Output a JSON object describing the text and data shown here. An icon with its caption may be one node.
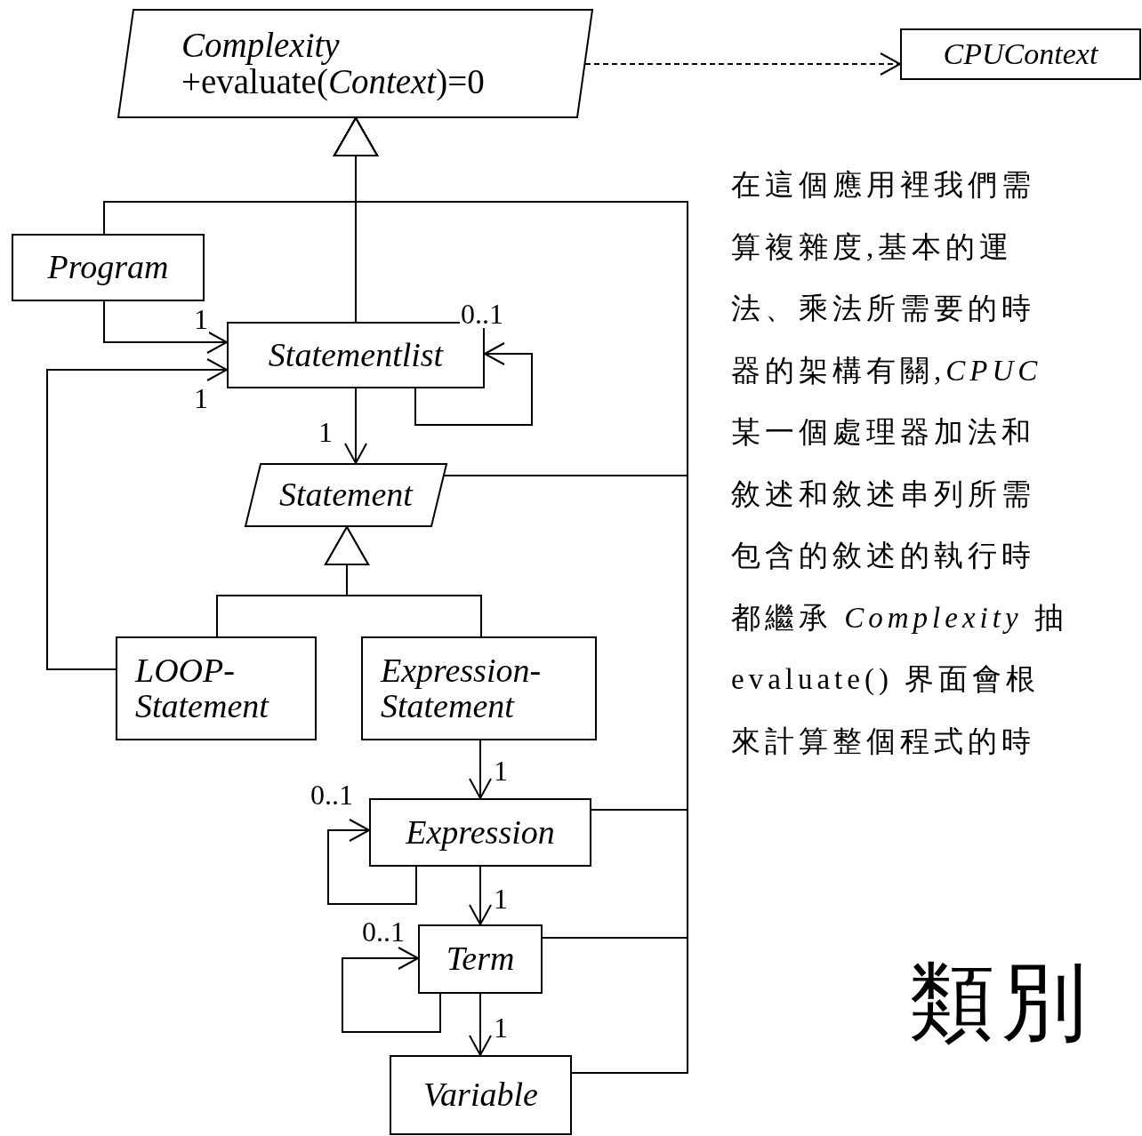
{
  "diagram": {
    "title": "類別",
    "nodes": [
      {
        "text": [
          "Complexity",
          "+evaluate(*Context*)=0"
        ]
      },
      {
        "text": [
          "CPUContext"
        ]
      },
      {
        "text": [
          "Program"
        ]
      },
      {
        "text": [
          "Statementlist"
        ]
      },
      {
        "text": [
          "Statement"
        ]
      },
      {
        "text": [
          "LOOP- Statement"
        ]
      },
      {
        "text": [
          "Expression- Statement"
        ]
      },
      {
        "text": [
          "Expression"
        ]
      },
      {
        "text": [
          "Term"
        ]
      },
      {
        "text": [
          "Variable"
        ]
      }
    ],
    "edges": [
      {
        "from": 0,
        "to": 1,
        "arrow": "to",
        "style": "dashed"
      },
      {
        "from": 3,
        "to": 0,
        "arrow": "to"
      },
      {
        "from": 2,
        "to": 0,
        "arrow": "to"
      },
      {
        "from": 4,
        "to": 0,
        "arrow": "to"
      },
      {
        "from": 7,
        "to": 0,
        "arrow": "to"
      },
      {
        "from": 8,
        "to": 0,
        "arrow": "to"
      },
      {
        "from": 9,
        "to": 0,
        "arrow": "to"
      },
      {
        "from": 2,
        "to": 3,
        "arrow": "to",
        "label": "1"
      },
      {
        "from": 5,
        "to": 3,
        "arrow": "to",
        "label": "1"
      },
      {
        "from": 3,
        "to": 3,
        "arrow": "to",
        "label": "0..1"
      },
      {
        "from": 3,
        "to": 4,
        "arrow": "to",
        "label": "1"
      },
      {
        "from": 5,
        "to": 4,
        "arrow": "to"
      },
      {
        "from": 6,
        "to": 4,
        "arrow": "to"
      },
      {
        "from": 6,
        "to": 7,
        "arrow": "to",
        "label": "1"
      },
      {
        "from": 7,
        "to": 7,
        "arrow": "to",
        "label": "0..1"
      },
      {
        "from": 7,
        "to": 8,
        "arrow": "to",
        "label": "1"
      },
      {
        "from": 8,
        "to": 8,
        "arrow": "to",
        "label": "0..1"
      },
      {
        "from": 8,
        "to": 9,
        "arrow": "to",
        "label": "1"
      }
    ],
    "labels": [
      "在這個應用裡我們需",
      "算複雜度,基本的運",
      "法、乘法所需要的時",
      "器的架構有關,*CPUC*",
      "某一個處理器加法和",
      "敘述和敘述串列所需",
      "包含的敘述的執行時",
      "都繼承 *Complexity* 抽",
      "evaluate() 界面會根",
      "來計算整個程式的時"
    ]
  }
}
